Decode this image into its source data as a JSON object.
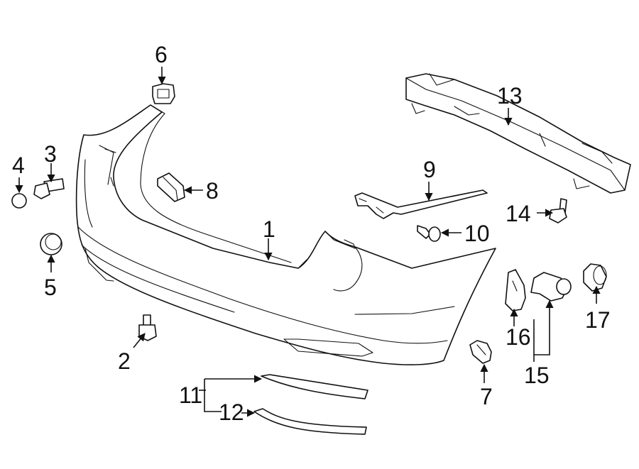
{
  "callouts": [
    {
      "key": "c1",
      "text": "1",
      "part": "rear-bumper-cover"
    },
    {
      "key": "c2",
      "text": "2",
      "part": "bolt"
    },
    {
      "key": "c3",
      "text": "3",
      "part": "bolt"
    },
    {
      "key": "c4",
      "text": "4",
      "part": "plug"
    },
    {
      "key": "c5",
      "text": "5",
      "part": "cap"
    },
    {
      "key": "c6",
      "text": "6",
      "part": "retainer-clip"
    },
    {
      "key": "c7",
      "text": "7",
      "part": "retainer-clip"
    },
    {
      "key": "c8",
      "text": "8",
      "part": "bracket"
    },
    {
      "key": "c9",
      "text": "9",
      "part": "side-bracket"
    },
    {
      "key": "c10",
      "text": "10",
      "part": "screw"
    },
    {
      "key": "c11",
      "text": "11",
      "part": "reflector-group"
    },
    {
      "key": "c12",
      "text": "12",
      "part": "lower-molding"
    },
    {
      "key": "c13",
      "text": "13",
      "part": "impact-absorber"
    },
    {
      "key": "c14",
      "text": "14",
      "part": "bolt"
    },
    {
      "key": "c15",
      "text": "15",
      "part": "parking-sensor-group"
    },
    {
      "key": "c16",
      "text": "16",
      "part": "sensor-bracket"
    },
    {
      "key": "c17",
      "text": "17",
      "part": "sensor-retainer"
    }
  ],
  "colors": {
    "line": "#111111",
    "background": "#ffffff"
  }
}
